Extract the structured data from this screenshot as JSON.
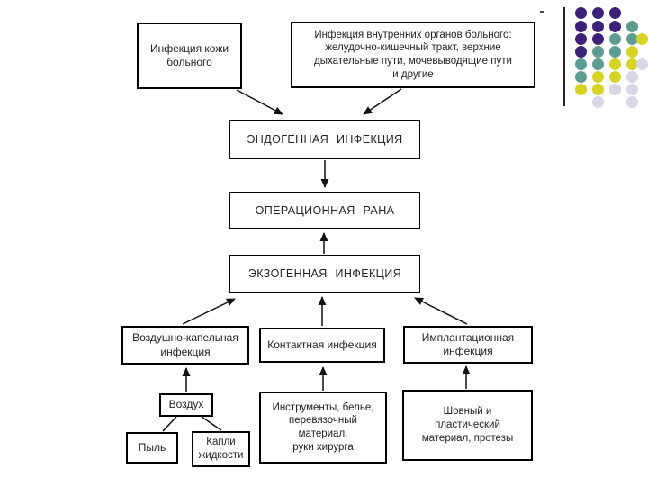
{
  "diagram": {
    "boxes": {
      "skin": "Инфекция кожи\nбольного",
      "organs": "Инфекция внутренних органов больного:\nжелудочно-кишечный тракт, верхние\nдыхательные пути, мочевыводящие пути\nи другие",
      "endogenous": "ЭНДОГЕННАЯ ИНФЕКЦИЯ",
      "wound": "ОПЕРАЦИОННАЯ РАНА",
      "exogenous": "ЭКЗОГЕННАЯ ИНФЕКЦИЯ",
      "airborne": "Воздушно-капельная\nинфекция",
      "contact": "Контактная инфекция",
      "implantation": "Имплантационная\nинфекция",
      "air": "Воздух",
      "dust": "Пыль",
      "droplets": "Капли\nжидкости",
      "instruments": "Инструменты, белье,\nперевязочный\nматериал,\nруки хирурга",
      "suture": "Шовный и\nпластический\nматериал, протезы"
    }
  },
  "decor": {
    "palette": {
      "P": "#3a2376",
      "T": "#5e9c92",
      "Y": "#d5d426",
      "G": "#d6d6e4"
    },
    "dot_rows": [
      "PPP..",
      "PPPT.",
      "PPTTY",
      "PTTY.",
      "TTYYG",
      "TYYG.",
      "YYGG.",
      ".G.G."
    ],
    "line_color": "#222222"
  }
}
